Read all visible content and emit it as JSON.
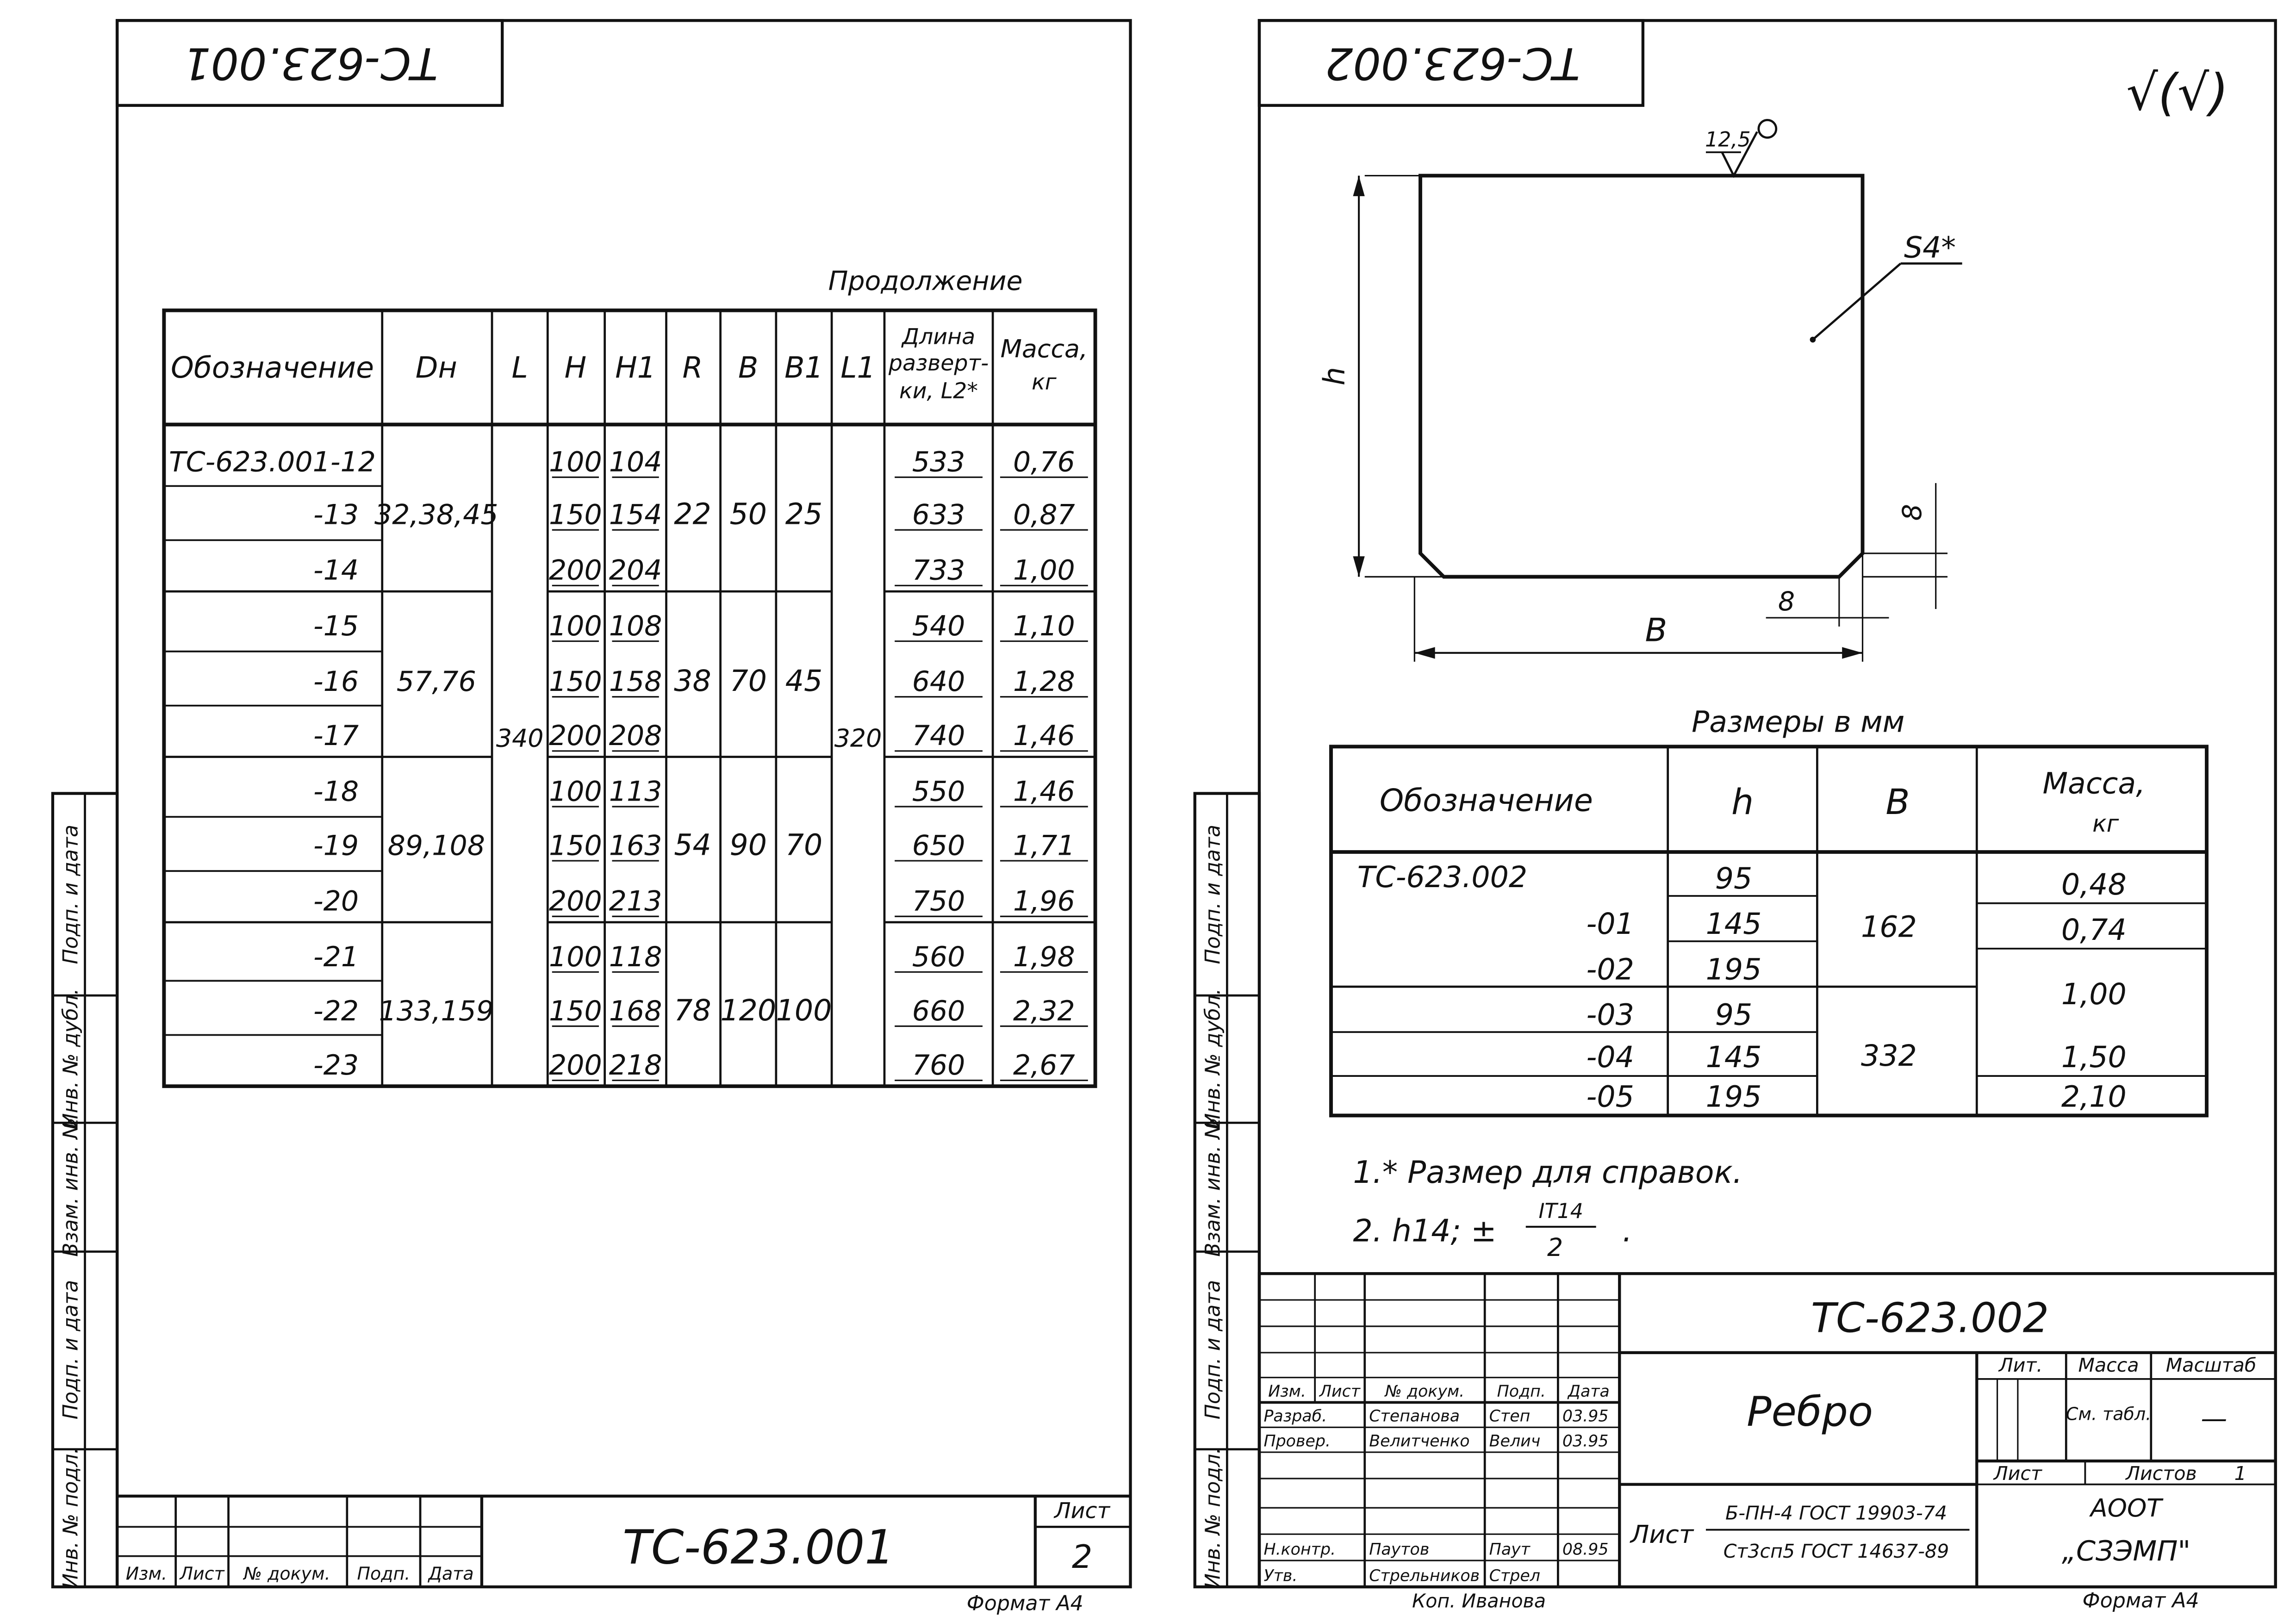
{
  "sheet1": {
    "stamp_rotated": "ТС-623.001",
    "continuation": "Продолжение",
    "table": {
      "headers": {
        "oboznachenie": "Обозначение",
        "dn": "Dн",
        "L": "L",
        "H": "H",
        "H1": "H1",
        "R": "R",
        "B": "B",
        "B1": "B1",
        "L1": "L1",
        "length_l1": "Длина",
        "length_l2": "разверт-",
        "length_l3": "ки, L2*",
        "mass_l1": "Масса,",
        "mass_l2": "кг"
      },
      "rows": [
        {
          "designation": "ТС-623.001-12",
          "H": "100",
          "H1": "104",
          "Lr": "533",
          "mass": "0,76"
        },
        {
          "designation": "-13",
          "H": "150",
          "H1": "154",
          "Lr": "633",
          "mass": "0,87"
        },
        {
          "designation": "-14",
          "H": "200",
          "H1": "204",
          "Lr": "733",
          "mass": "1,00"
        },
        {
          "designation": "-15",
          "H": "100",
          "H1": "108",
          "Lr": "540",
          "mass": "1,10"
        },
        {
          "designation": "-16",
          "H": "150",
          "H1": "158",
          "Lr": "640",
          "mass": "1,28"
        },
        {
          "designation": "-17",
          "H": "200",
          "H1": "208",
          "Lr": "740",
          "mass": "1,46"
        },
        {
          "designation": "-18",
          "H": "100",
          "H1": "113",
          "Lr": "550",
          "mass": "1,46"
        },
        {
          "designation": "-19",
          "H": "150",
          "H1": "163",
          "Lr": "650",
          "mass": "1,71"
        },
        {
          "designation": "-20",
          "H": "200",
          "H1": "213",
          "Lr": "750",
          "mass": "1,96"
        },
        {
          "designation": "-21",
          "H": "100",
          "H1": "118",
          "Lr": "560",
          "mass": "1,98"
        },
        {
          "designation": "-22",
          "H": "150",
          "H1": "168",
          "Lr": "660",
          "mass": "2,32"
        },
        {
          "designation": "-23",
          "H": "200",
          "H1": "218",
          "Lr": "760",
          "mass": "2,67"
        }
      ],
      "groups": [
        {
          "dn": "32,38,45",
          "R": "22",
          "B": "50",
          "B1": "25"
        },
        {
          "dn": "57,76",
          "R": "38",
          "B": "70",
          "B1": "45"
        },
        {
          "dn": "89,108",
          "R": "54",
          "B": "90",
          "B1": "70"
        },
        {
          "dn": "133,159",
          "R": "78",
          "B": "120",
          "B1": "100"
        }
      ],
      "L_value": "340",
      "L1_value": "320"
    },
    "side_labels": [
      "Подп. и дата",
      "Инв. № дубл.",
      "Взам. инв. №",
      "Подп. и дата",
      "Инв. № подл."
    ],
    "title_block": {
      "code": "ТС-623.001",
      "sheet_label": "Лист",
      "sheet_number": "2",
      "cols": [
        "Изм.",
        "Лист",
        "№ докум.",
        "Подп.",
        "Дата"
      ]
    },
    "format": "Формат А4"
  },
  "sheet2": {
    "stamp_rotated": "ТС-623.002",
    "roughness": "√(√)",
    "drawing": {
      "rough_value": "12,5",
      "s_label": "S4*",
      "h_label": "h",
      "b_label": "B",
      "chamfer_8a": "8",
      "chamfer_8b": "8"
    },
    "table_caption": "Размеры в мм",
    "table": {
      "headers": {
        "oboznachenie": "Обозначение",
        "h": "h",
        "B": "B",
        "mass_l1": "Масса,",
        "mass_l2": "кг"
      },
      "rows": [
        {
          "designation": "ТС-623.002",
          "h": "95"
        },
        {
          "designation": "-01",
          "h": "145"
        },
        {
          "designation": "-02",
          "h": "195"
        },
        {
          "designation": "-03",
          "h": "95"
        },
        {
          "designation": "-04",
          "h": "145"
        },
        {
          "designation": "-05",
          "h": "195"
        }
      ],
      "B_groups": [
        "162",
        "332"
      ],
      "mass_values": [
        "0,48",
        "0,74",
        "1,00",
        "1,50",
        "2,10"
      ]
    },
    "notes": {
      "note1": "1.* Размер для справок.",
      "note2_prefix": "2. h14;  ±",
      "note2_num": "IT14",
      "note2_den": "2",
      "note2_suffix": "."
    },
    "side_labels": [
      "Подп. и дата",
      "Инв. № дубл.",
      "Взам. инв. №",
      "Подп. и дата",
      "Инв. № подл."
    ],
    "title_block": {
      "code": "ТС-623.002",
      "name": "Ребро",
      "lit": "Лит.",
      "massa": "Масса",
      "masshtab": "Масштаб",
      "mass_value": "См. табл.",
      "scale_value": "—",
      "list": "Лист",
      "listov": "Листов",
      "listov_value": "1",
      "org1": "АООТ",
      "org2": "„СЗЭМП\"",
      "material_label": "Лист",
      "material_num": "Б-ПН-4 ГОСТ 19903-74",
      "material_den": "Ст3сп5 ГОСТ 14637-89",
      "cols": [
        "Изм.",
        "Лист",
        "№ докум.",
        "Подп.",
        "Дата"
      ],
      "roles": [
        {
          "role": "Разраб.",
          "name": "Степанова",
          "sign": "Степ",
          "date": "03.95"
        },
        {
          "role": "Провер.",
          "name": "Велитченко",
          "sign": "Велич",
          "date": "03.95"
        },
        {
          "role": "",
          "name": "",
          "sign": "",
          "date": ""
        },
        {
          "role": "",
          "name": "",
          "sign": "",
          "date": ""
        },
        {
          "role": "Н.контр.",
          "name": "Паутов",
          "sign": "Паут",
          "date": "08.95"
        },
        {
          "role": "Утв.",
          "name": "Стрельников",
          "sign": "Стрел",
          "date": ""
        }
      ]
    },
    "copied": "Коп. Иванова",
    "format": "Формат А4"
  }
}
